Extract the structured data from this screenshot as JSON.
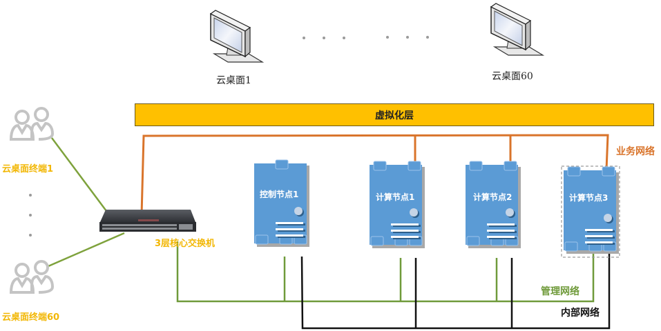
{
  "desktops": [
    {
      "label": "云桌面1"
    },
    {
      "label": "云桌面60"
    }
  ],
  "ellipsis_dots": "· · ·",
  "virtualization_layer": {
    "label": "虚拟化层",
    "color": "#ffc000"
  },
  "terminals": [
    {
      "label": "云桌面终端1"
    },
    {
      "label": "云桌面终端60"
    }
  ],
  "switch": {
    "label": "3层核心交换机"
  },
  "nodes": [
    {
      "label": "控制节点1",
      "type": "control"
    },
    {
      "label": "计算节点1",
      "type": "compute"
    },
    {
      "label": "计算节点2",
      "type": "compute"
    },
    {
      "label": "计算节点3",
      "type": "compute",
      "selected": true
    }
  ],
  "networks": {
    "business": {
      "label": "业务网络",
      "color": "#d9742b"
    },
    "management": {
      "label": "管理网络",
      "color": "#6f9a3a"
    },
    "internal": {
      "label": "内部网络",
      "color": "#000000"
    }
  },
  "colors": {
    "node_fill": "#5b9bd5",
    "terminal_label": "#f2b705",
    "terminal_link": "#7ea23c"
  }
}
